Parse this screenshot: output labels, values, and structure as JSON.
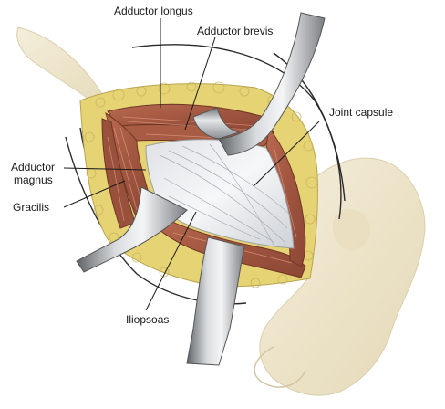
{
  "labels": {
    "adductor_longus": "Adductor longus",
    "adductor_brevis": "Adductor brevis",
    "joint_capsule": "Joint capsule",
    "adductor_magnus_line1": "Adductor",
    "adductor_magnus_line2": "magnus",
    "gracilis": "Gracilis",
    "iliopsoas": "Iliopsoas"
  },
  "colors": {
    "background": "#ffffff",
    "bone": "#efe6c8",
    "fat": "#e9d67c",
    "muscle": "#a45a42",
    "capsule": "#eef0f2",
    "retractor_metal": "#b9bcc0",
    "leader_line": "#1a1a1a"
  }
}
